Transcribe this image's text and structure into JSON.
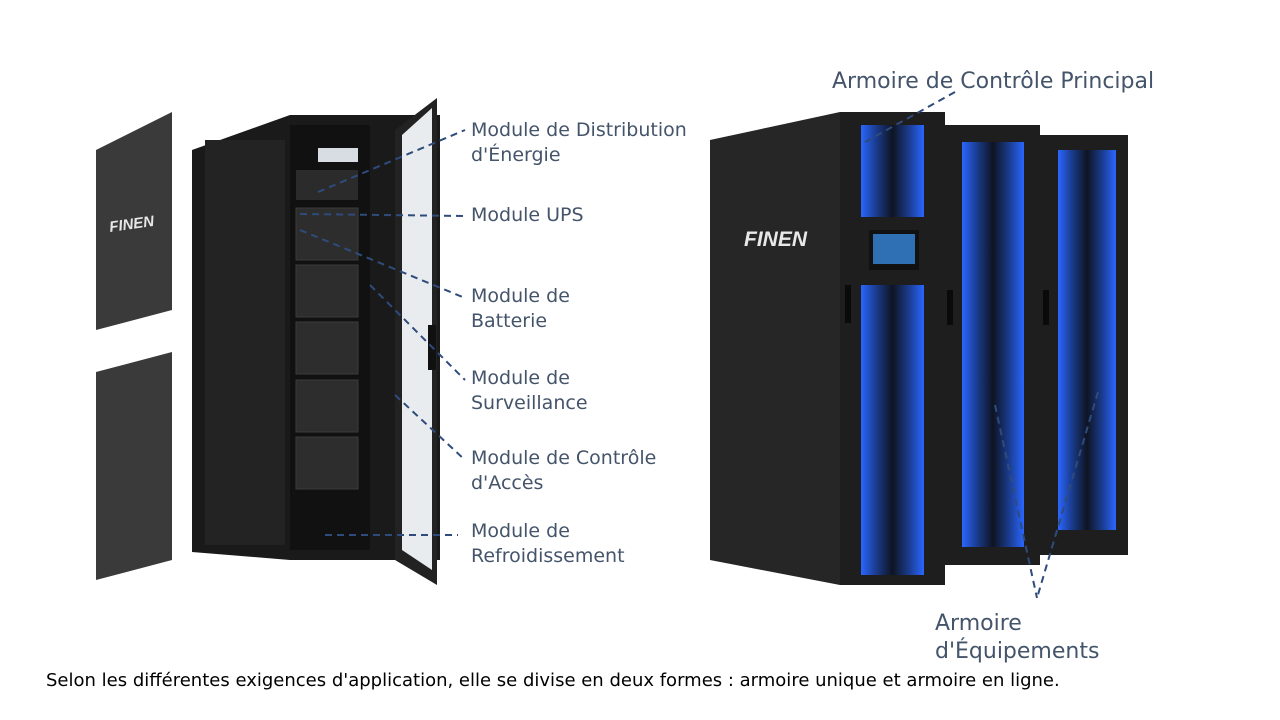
{
  "brand": "FINEN",
  "single_cabinet": {
    "labels": [
      {
        "line1": "Module de Distribution",
        "line2": "d'Énergie"
      },
      {
        "line1": "Module UPS",
        "line2": ""
      },
      {
        "line1": "Module de",
        "line2": "Batterie"
      },
      {
        "line1": "Module de",
        "line2": "Surveillance"
      },
      {
        "line1": "Module de Contrôle",
        "line2": "d'Accès"
      },
      {
        "line1": "Module de",
        "line2": "Refroidissement"
      }
    ]
  },
  "row_cabinet": {
    "main_label": "Armoire de Contrôle Principal",
    "equipment_label": {
      "line1": "Armoire",
      "line2": "d'Équipements"
    }
  },
  "caption": "Selon les différentes exigences d'application, elle se divise en deux formes : armoire unique et armoire en ligne.",
  "colors": {
    "label": "#44546a",
    "leader": "#2f4b7c",
    "glass": "#1f55d6",
    "cabinet": "#1c1c1c"
  }
}
